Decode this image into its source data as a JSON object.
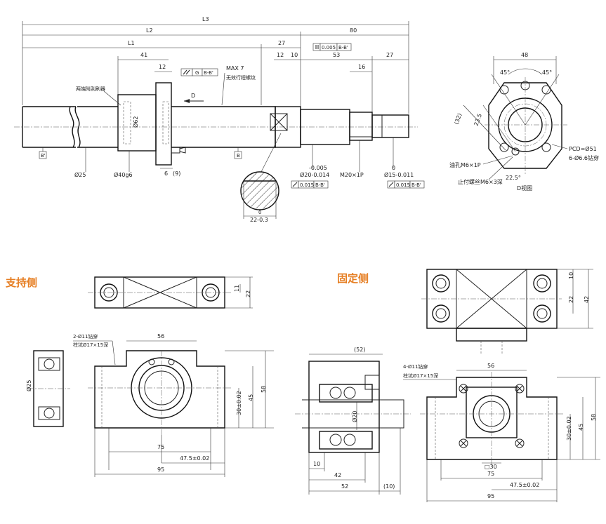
{
  "top": {
    "dims": {
      "L3": "L3",
      "L2": "L2",
      "L1": "L1",
      "d80": "80",
      "d27a": "27",
      "d12a": "12",
      "d10": "10",
      "d53": "53",
      "d27b": "27",
      "d41": "41",
      "d12b": "12",
      "d16": "16",
      "d6": "6",
      "d9": "(9)",
      "d48": "48",
      "d45a": "45°",
      "d45b": "45°",
      "d32": "(32)",
      "d235": "23.5",
      "d225": "22.5°"
    },
    "labels": {
      "screw_end": "两端附刮刷器",
      "max7": "MAX 7",
      "no_thread": "无效行程螺纹",
      "d": "D",
      "dia62": "Ø62",
      "dia25": "Ø25",
      "dia40": "Ø40g6",
      "tol_upper": "-0.005",
      "dia20": "Ø20-0.014",
      "m20": "M20×1P",
      "tol_zero": "0",
      "dia15": "Ø15-0.011",
      "key_w": "22-0.3",
      "key_tol": "0",
      "b_left": "B'",
      "b_mid": "B",
      "pcd": "PCD=Ø51",
      "holes6": "6-Ø6.6钻穿",
      "oil": "油孔M6×1P",
      "set": "止付螺丝M6×3深",
      "dview": "D视图"
    },
    "frames": {
      "g_sym": "G",
      "g_ref": "B-B'",
      "par_val": "0.005",
      "par_ref": "B-B'",
      "run1_val": "0.015",
      "run1_ref": "B-B'",
      "run2_val": "0.015",
      "run2_ref": "B-B'"
    }
  },
  "support": {
    "title": "支持侧",
    "dims": {
      "d11": "11",
      "d22": "22",
      "d56": "56",
      "d45": "45",
      "d58": "58",
      "d30": "30±0.02",
      "d75": "75",
      "d475": "47.5±0.02",
      "d95": "95",
      "d25": "Ø25"
    },
    "labels": {
      "holes": "2-Ø11钻穿",
      "cb": "柱坑Ø17×15深"
    }
  },
  "fixed": {
    "title": "固定侧",
    "dims": {
      "d10": "10",
      "d22": "22",
      "d42": "42",
      "d52top": "(52)",
      "d20": "Ø20",
      "d10b": "10",
      "d42b": "42",
      "d52": "52",
      "d10c": "(10)",
      "d56": "56",
      "d45": "45",
      "d58": "58",
      "d30": "30±0.02",
      "sq30": "□30",
      "d75": "75",
      "d475": "47.5±0.02",
      "d95": "95"
    },
    "labels": {
      "holes": "4-Ø11钻穿",
      "cb": "柱坑Ø17×15深"
    }
  }
}
